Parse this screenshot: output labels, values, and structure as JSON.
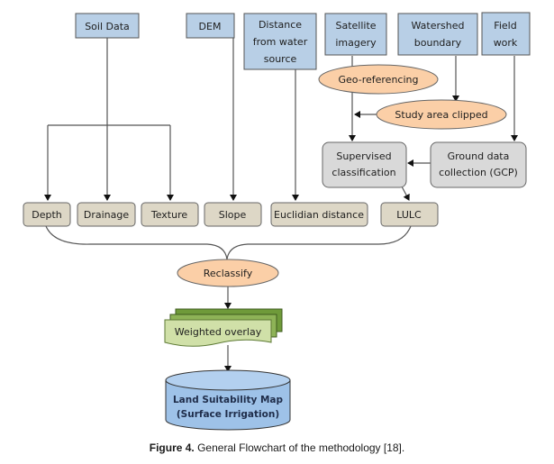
{
  "figure": {
    "caption_label": "Figure 4.",
    "caption_text": " General Flowchart of the methodology [18]."
  },
  "inputs": {
    "soil_data": [
      "Soil Data"
    ],
    "dem": [
      "DEM"
    ],
    "distance": [
      "Distance",
      "from water",
      "source"
    ],
    "satellite": [
      "Satellite",
      "imagery"
    ],
    "watershed": [
      "Watershed",
      "boundary"
    ],
    "field_work": [
      "Field",
      "work"
    ]
  },
  "processes": {
    "geo_referencing": "Geo-referencing",
    "study_area_clipped": "Study area clipped",
    "supervised_classification": [
      "Supervised",
      "classification"
    ],
    "ground_data": [
      "Ground data",
      "collection (GCP)"
    ],
    "reclassify": "Reclassify",
    "weighted_overlay": "Weighted overlay"
  },
  "criteria": {
    "depth": "Depth",
    "drainage": "Drainage",
    "texture": "Texture",
    "slope": "Slope",
    "euclidian": "Euclidian distance",
    "lulc": "LULC"
  },
  "output": {
    "land_suitability": [
      "Land Suitability Map",
      "(Surface Irrigation)"
    ]
  },
  "colors": {
    "input_fill": "#b8cfe6",
    "process_fill": "#fbcfa7",
    "gray_fill": "#d9d9d9",
    "criteria_fill": "#ddd7c6",
    "overlay_fill": "#d0e0a8",
    "overlay_back": "#6f9a3a",
    "output_fill": "#9ec2e8"
  }
}
